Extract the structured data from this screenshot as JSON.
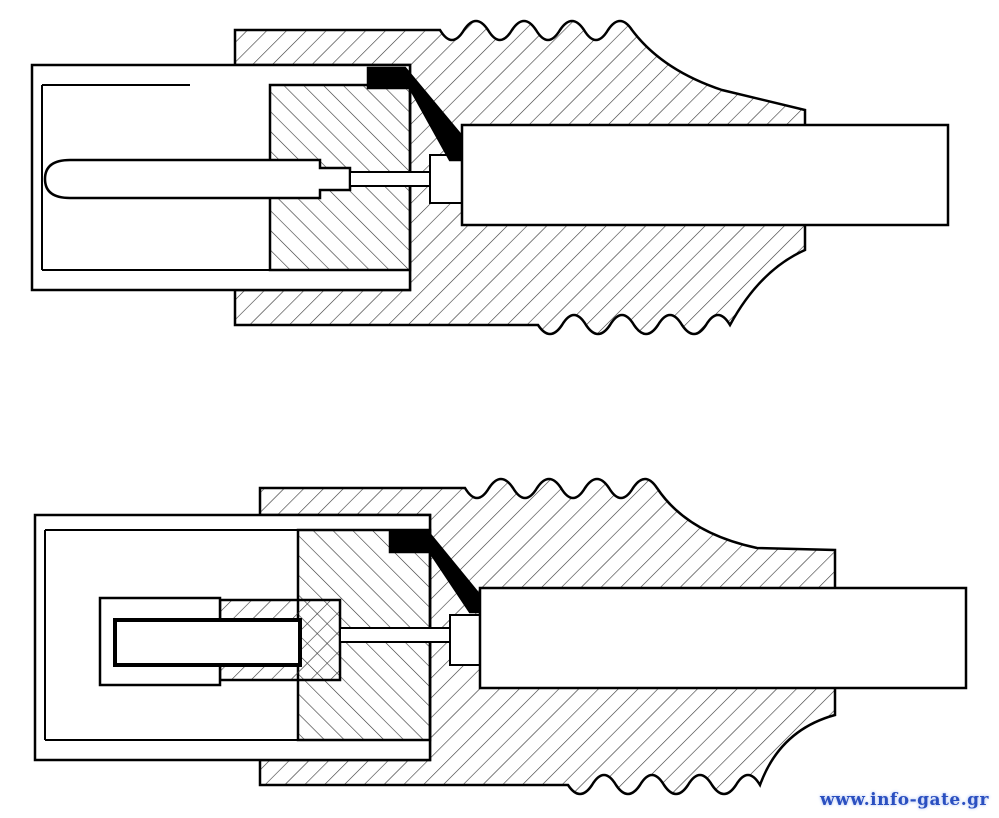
{
  "watermark": "www.info-gate.gr",
  "colors": {
    "line": "#000000",
    "hatch": "#333333",
    "watermark": "#2a4fc0"
  },
  "figures": [
    "male-coax-connector-section",
    "female-coax-connector-section"
  ]
}
